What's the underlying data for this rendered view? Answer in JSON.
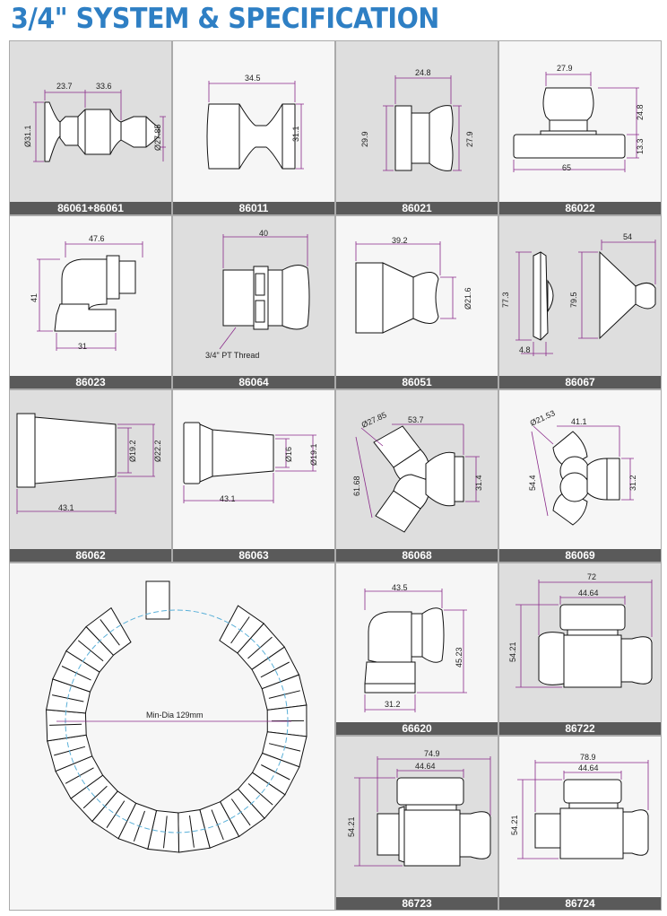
{
  "title": "3/4\" SYSTEM & SPECIFICATION",
  "parts": [
    {
      "id": "86061+86061",
      "dims": [
        "23.7",
        "33.6",
        "Ø31.1",
        "Ø27.85"
      ]
    },
    {
      "id": "86011",
      "dims": [
        "34.5",
        "31.1"
      ]
    },
    {
      "id": "86021",
      "dims": [
        "24.8",
        "29.9",
        "27.9"
      ]
    },
    {
      "id": "86022",
      "dims": [
        "27.9",
        "24.8",
        "13.3",
        "65"
      ]
    },
    {
      "id": "86023",
      "dims": [
        "47.6",
        "41",
        "31"
      ]
    },
    {
      "id": "86064",
      "dims": [
        "40"
      ],
      "note": "3/4\" PT Thread"
    },
    {
      "id": "86051",
      "dims": [
        "39.2",
        "Ø21.6"
      ]
    },
    {
      "id": "86067",
      "dims": [
        "54",
        "77.3",
        "79.5",
        "4.8"
      ]
    },
    {
      "id": "86062",
      "dims": [
        "Ø19.2",
        "Ø22.2",
        "43.1"
      ]
    },
    {
      "id": "86063",
      "dims": [
        "Ø16",
        "Ø19.1",
        "43.1"
      ]
    },
    {
      "id": "86068",
      "dims": [
        "Ø27.85",
        "53.7",
        "61.68",
        "31.4"
      ]
    },
    {
      "id": "86069",
      "dims": [
        "Ø21.53",
        "41.1",
        "54.4",
        "31.2"
      ]
    },
    {
      "id": "66620",
      "dims": [
        "43.5",
        "45.23",
        "31.2"
      ]
    },
    {
      "id": "86722",
      "dims": [
        "72",
        "44.64",
        "54.21"
      ]
    },
    {
      "id": "86723",
      "dims": [
        "74.9",
        "44.64",
        "54.21"
      ]
    },
    {
      "id": "86724",
      "dims": [
        "78.9",
        "44.64",
        "54.21"
      ]
    }
  ],
  "min_dia": "Min-Dia 129mm",
  "icons": [
    "dimension-arrow-icon"
  ]
}
